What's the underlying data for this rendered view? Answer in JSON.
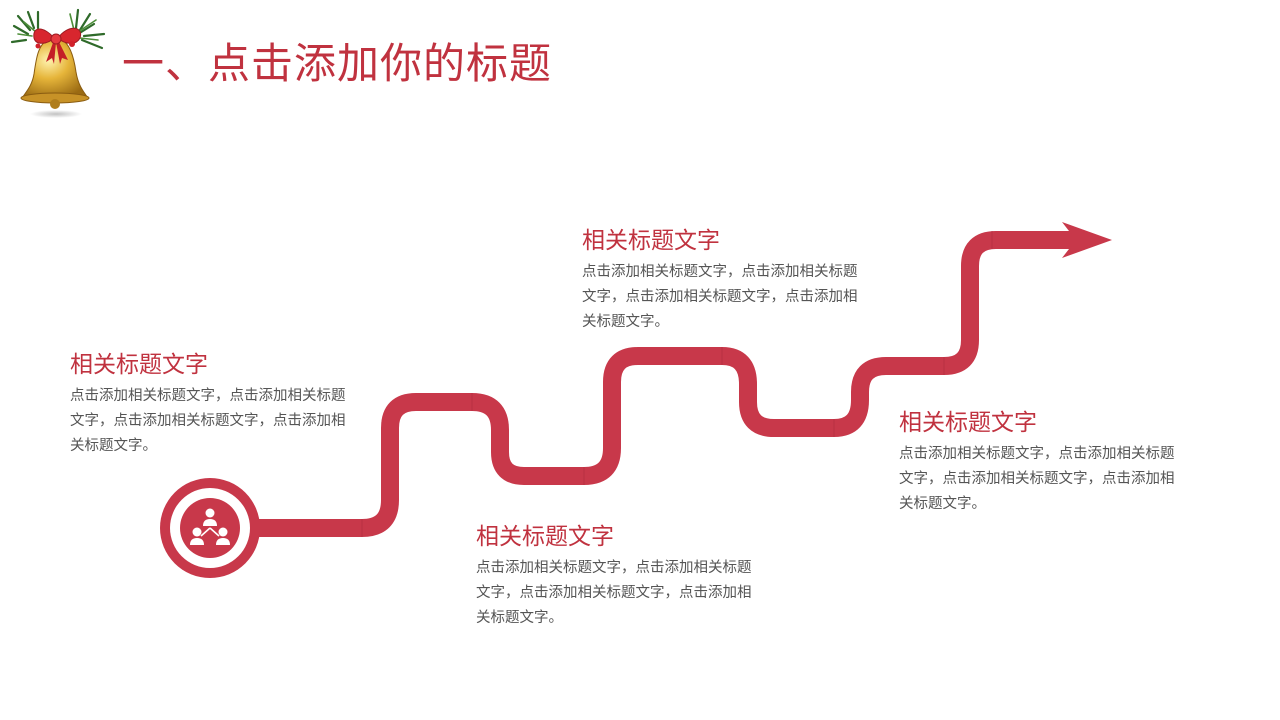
{
  "title": "一、点击添加你的标题",
  "colors": {
    "accent": "#c8384a",
    "accent_dark": "#a92c3c",
    "title": "#c0323f",
    "body_text": "#555555"
  },
  "icons": {
    "decoration": "christmas-bell-icon",
    "start": "team-hierarchy-icon"
  },
  "blocks": [
    {
      "title": "相关标题文字",
      "body": "点击添加相关标题文字，点击添加相关标题文字，点击添加相关标题文字，点击添加相关标题文字。"
    },
    {
      "title": "相关标题文字",
      "body": "点击添加相关标题文字，点击添加相关标题文字，点击添加相关标题文字，点击添加相关标题文字。"
    },
    {
      "title": "相关标题文字",
      "body": "点击添加相关标题文字，点击添加相关标题文字，点击添加相关标题文字，点击添加相关标题文字。"
    },
    {
      "title": "相关标题文字",
      "body": "点击添加相关标题文字，点击添加相关标题文字，点击添加相关标题文字，点击添加相关标题文字。"
    }
  ]
}
